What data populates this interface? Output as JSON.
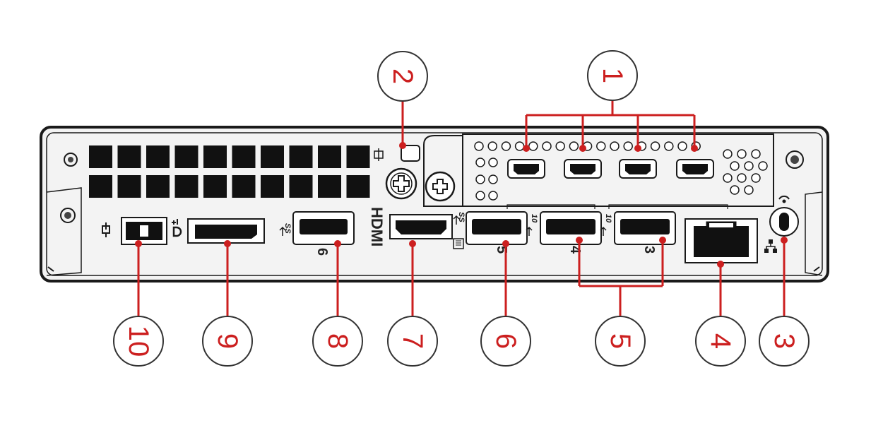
{
  "colors": {
    "callout": "#cc1f1f",
    "outline": "#1a1a1a",
    "chassis_fill": "#f3f3f3",
    "vent": "#111111"
  },
  "callouts": {
    "c1": "1",
    "c2": "2",
    "c3": "3",
    "c4": "4",
    "c5": "5",
    "c6": "6",
    "c7": "7",
    "c8": "8",
    "c9": "9",
    "c10": "10"
  },
  "port_labels": {
    "usb_6": "6",
    "usb_5": "5",
    "usb_4": "4",
    "usb_3": "3",
    "hdmi": "HDMI",
    "ss_8": "SS",
    "ss_6": "SS",
    "speed_5": "10",
    "speed_3": "10"
  },
  "icons": [
    "power-plug-icon",
    "displayport-icon",
    "usb-icon",
    "hdmi-icon",
    "ethernet-icon",
    "security-lock-icon",
    "dc-power-icon",
    "screw-icon"
  ]
}
